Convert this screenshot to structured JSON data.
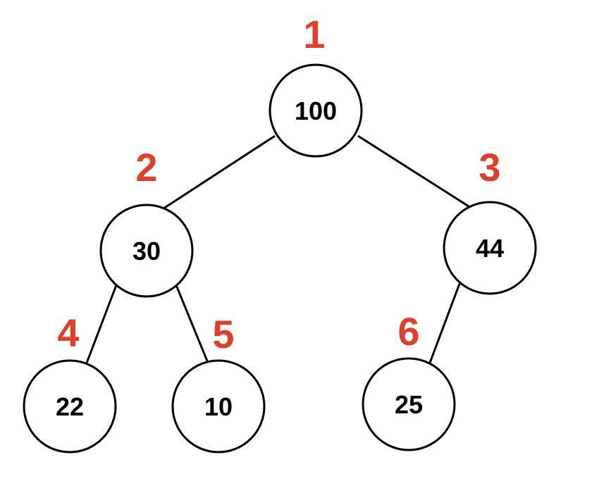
{
  "diagram": {
    "colors": {
      "index_label": "#e0402a",
      "node_stroke": "#000000",
      "node_fill": "#ffffff",
      "edge": "#000000"
    },
    "nodes": [
      {
        "index": "1",
        "value": "100"
      },
      {
        "index": "2",
        "value": "30"
      },
      {
        "index": "3",
        "value": "44"
      },
      {
        "index": "4",
        "value": "22"
      },
      {
        "index": "5",
        "value": "10"
      },
      {
        "index": "6",
        "value": "25"
      }
    ],
    "edges": [
      {
        "from": "1",
        "to": "2"
      },
      {
        "from": "1",
        "to": "3"
      },
      {
        "from": "2",
        "to": "4"
      },
      {
        "from": "2",
        "to": "5"
      },
      {
        "from": "3",
        "to": "6"
      }
    ]
  }
}
